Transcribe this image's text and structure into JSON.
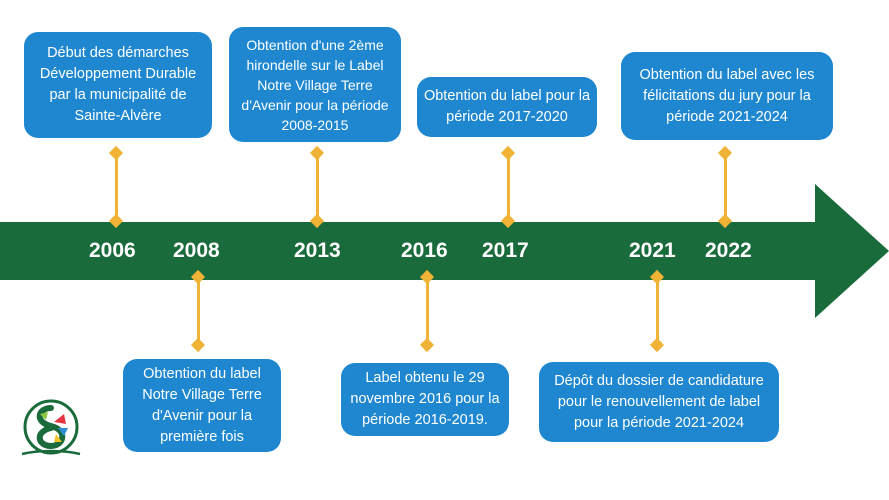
{
  "colors": {
    "arrow": "#1a6b3c",
    "box": "#1e87d0",
    "connector": "#f1b335"
  },
  "years": [
    "2006",
    "2008",
    "2013",
    "2016",
    "2017",
    "2021",
    "2022"
  ],
  "events": [
    {
      "year": "2006",
      "text": "Début des démarches Développement Durable par la municipalité de Sainte-Alvère"
    },
    {
      "year": "2008",
      "text": "Obtention du label Notre Village Terre d'Avenir pour la première fois"
    },
    {
      "year": "2013",
      "text": "Obtention d'une 2ème hirondelle sur le Label Notre Village Terre d'Avenir pour la période 2008-2015"
    },
    {
      "year": "2016",
      "text": "Label obtenu le 29 novembre 2016 pour la période 2016-2019."
    },
    {
      "year": "2017",
      "text": "Obtention du label pour la période 2017-2020"
    },
    {
      "year": "2021",
      "text": "Dépôt du dossier de candidature pour le renouvellement de label pour la période 2021-2024"
    },
    {
      "year": "2022",
      "text": "Obtention du label avec les félicitations du jury pour la période 2021-2024"
    }
  ],
  "logo": {
    "icon": "village-logo-icon"
  }
}
